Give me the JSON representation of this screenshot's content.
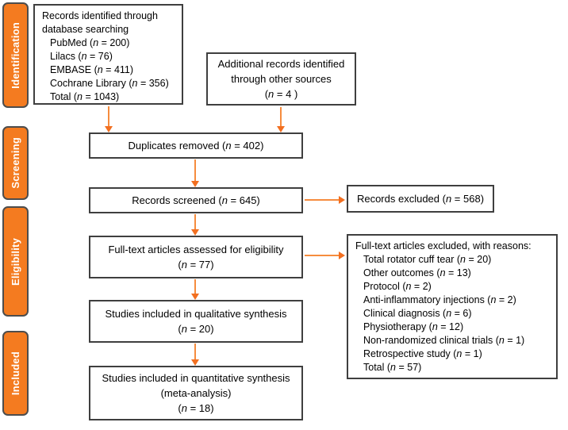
{
  "theme": {
    "stage_tab_color": "#F47B20",
    "arrow_color": "#F68C3E",
    "arrowhead_color": "#F26F20",
    "box_border_color": "#3F3F3F",
    "text_color": "#000000",
    "background": "#FFFFFF"
  },
  "sidebar": {
    "stages": [
      {
        "label": "Identification"
      },
      {
        "label": "Screening"
      },
      {
        "label": "Eligibility"
      },
      {
        "label": "Included"
      }
    ]
  },
  "boxes": {
    "identified": {
      "heading": "Records identified through database searching",
      "items": [
        "PubMed (n = 200)",
        "Lilacs (n = 76)",
        "EMBASE (n = 411)",
        "Cochrane Library (n = 356)",
        "Total (n = 1043)"
      ]
    },
    "additional": {
      "lines": [
        "Additional records identified",
        "through other sources",
        "(n = 4 )"
      ]
    },
    "duplicates": {
      "text": "Duplicates removed (n = 402)"
    },
    "screened": {
      "text": "Records screened (n = 645)"
    },
    "excluded": {
      "text": "Records excluded (n = 568)"
    },
    "fulltext": {
      "lines": [
        "Full-text articles assessed for eligibility",
        "(n = 77)"
      ]
    },
    "reasons": {
      "heading": "Full-text articles excluded, with reasons:",
      "items": [
        "Total rotator cuff tear (n = 20)",
        "Other outcomes (n = 13)",
        "Protocol (n = 2)",
        "Anti-inflammatory injections (n = 2)",
        "Clinical diagnosis (n = 6)",
        "Physiotherapy (n = 12)",
        "Non-randomized clinical trials (n = 1)",
        "Retrospective study (n = 1)",
        "Total (n = 57)"
      ]
    },
    "qualitative": {
      "lines": [
        "Studies included in qualitative synthesis",
        "(n = 20)"
      ]
    },
    "quantitative": {
      "lines": [
        "Studies included in quantitative synthesis",
        "(meta-analysis)",
        "(n = 18)"
      ]
    }
  }
}
